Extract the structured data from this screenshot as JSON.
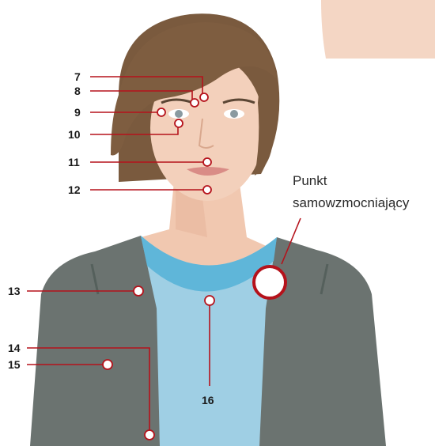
{
  "figure": {
    "points": [
      {
        "id": "point-7",
        "label": "7"
      },
      {
        "id": "point-8",
        "label": "8"
      },
      {
        "id": "point-9",
        "label": "9"
      },
      {
        "id": "point-10",
        "label": "10"
      },
      {
        "id": "point-11",
        "label": "11"
      },
      {
        "id": "point-12",
        "label": "12"
      },
      {
        "id": "point-13",
        "label": "13"
      },
      {
        "id": "point-14",
        "label": "14"
      },
      {
        "id": "point-15",
        "label": "15"
      },
      {
        "id": "point-16",
        "label": "16"
      }
    ],
    "callout": {
      "line1": "Punkt",
      "line2": "samowzmocniający"
    },
    "colors": {
      "accent": "#b5121b",
      "hair": "#7a5a3e",
      "skin": "#f2cdb6",
      "jacket": "#6b7370",
      "shirt": "#8fc9e1",
      "collar": "#5fb6d9"
    }
  }
}
